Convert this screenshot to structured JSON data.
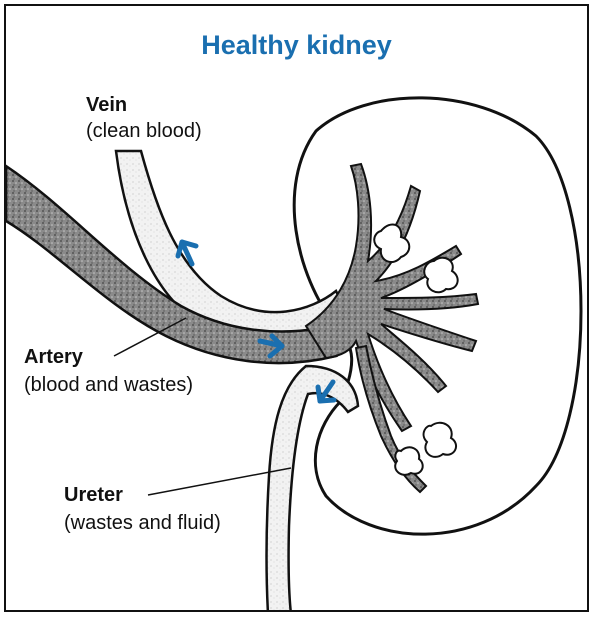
{
  "title": "Healthy kidney",
  "colors": {
    "title": "#1a6fb0",
    "arrow": "#1a6fb0",
    "outline": "#111111",
    "vessel_dark": "#6e6e6e",
    "vessel_light": "#e2e2e2"
  },
  "labels": {
    "vein": {
      "name": "Vein",
      "desc": "(clean blood)"
    },
    "artery": {
      "name": "Artery",
      "desc": "(blood and wastes)"
    },
    "ureter": {
      "name": "Ureter",
      "desc": "(wastes and fluid)"
    }
  },
  "icons": [
    "arrow-up-icon",
    "arrow-right-icon",
    "arrow-down-icon"
  ]
}
